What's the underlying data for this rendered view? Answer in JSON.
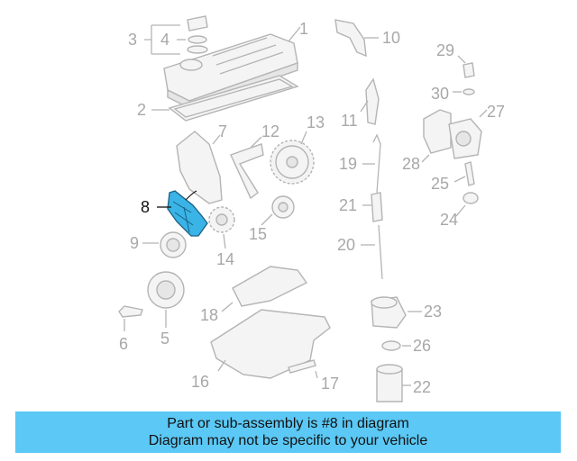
{
  "diagram": {
    "highlight_color": "#3ab4e6",
    "labels": {
      "p1": "1",
      "p2": "2",
      "p3": "3",
      "p4": "4",
      "p5": "5",
      "p6": "6",
      "p7": "7",
      "p8": "8",
      "p9": "9",
      "p10": "10",
      "p11": "11",
      "p12": "12",
      "p13": "13",
      "p14": "14",
      "p15": "15",
      "p16": "16",
      "p17": "17",
      "p18": "18",
      "p19": "19",
      "p20": "20",
      "p21": "21",
      "p22": "22",
      "p23": "23",
      "p24": "24",
      "p25": "25",
      "p26": "26",
      "p27": "27",
      "p28": "28",
      "p29": "29",
      "p30": "30"
    }
  },
  "banner": {
    "line1": "Part or sub-assembly is #8 in diagram",
    "line2": "Diagram may not be specific to your vehicle",
    "color": "#5bc8f5"
  }
}
